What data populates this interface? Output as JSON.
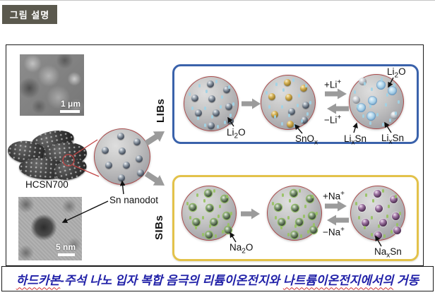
{
  "page": {
    "badge_label": "그림 설명"
  },
  "figure": {
    "sem_scale": "1 μm",
    "tem_scale": "5 nm",
    "sample_label": "HCSN700",
    "nanodot_label": "Sn nanodot",
    "lib": {
      "row_label": "LIBs",
      "label_li2o_first": "Li~2~O",
      "label_snox": "SnO~x~",
      "label_plus_li": "+Li^+^",
      "label_minus_li": "−Li^+^",
      "label_li2o_third": "Li~2~O",
      "label_lixsn_left": "Li~x~Sn",
      "label_lixsn_right": "Li~x~Sn"
    },
    "sib": {
      "row_label": "SIBs",
      "label_na2o": "Na~2~O",
      "label_plus_na": "+Na^+^",
      "label_minus_na": "−Na^+^",
      "label_naxsn": "Na~x~Sn"
    }
  },
  "caption": {
    "segments": [
      {
        "text": "하드카본",
        "spellcheck_underline": true
      },
      {
        "text": "-주석 나노 입자 복합 음극의 리튬이온전지와 ",
        "spellcheck_underline": false
      },
      {
        "text": "나트륨이온전지에서의",
        "spellcheck_underline": true
      },
      {
        "text": " 거동",
        "spellcheck_underline": false
      }
    ]
  },
  "colors": {
    "badge_bg": "#5b594e",
    "lib_box_border": "#3a62ab",
    "sib_box_border": "#e3c24a",
    "circle_border": "#a84848",
    "caption_text": "#2121a8",
    "spellcheck_underline": "#d23030"
  }
}
